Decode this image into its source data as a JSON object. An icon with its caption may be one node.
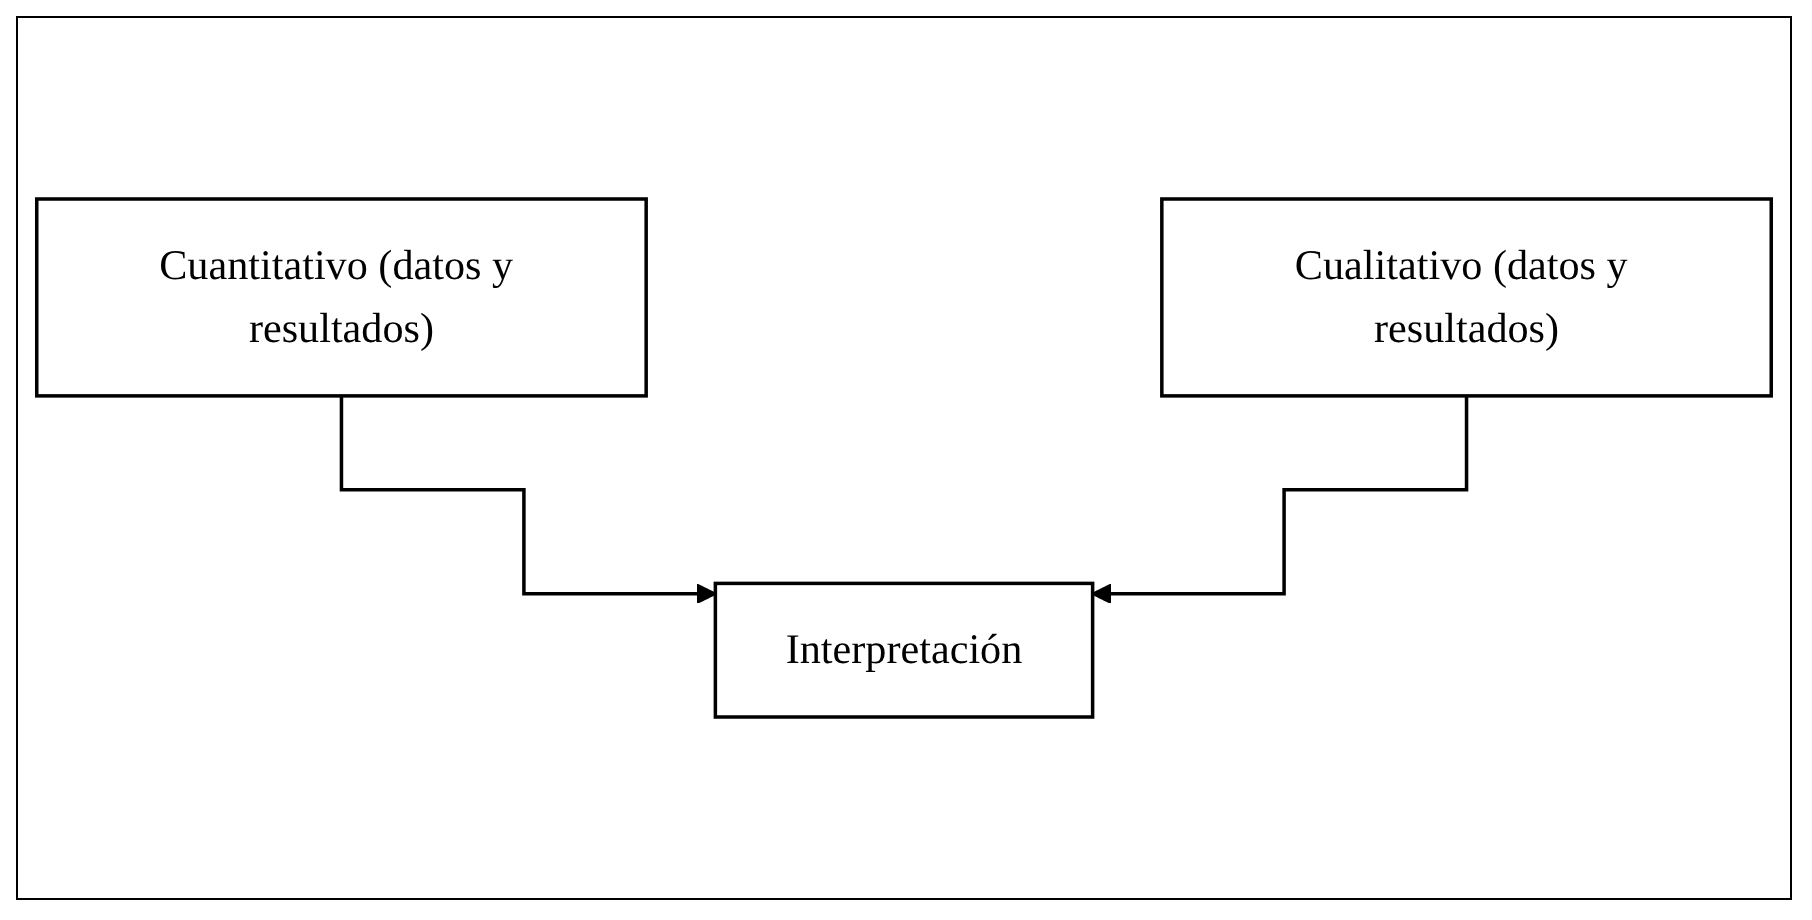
{
  "diagram": {
    "nodes": [
      {
        "text": [
          "Cuantitativo (datos y resultados)"
        ]
      },
      {
        "text": [
          "Cualitativo (datos y resultados)"
        ]
      },
      {
        "text": [
          "Interpretación"
        ]
      }
    ],
    "edges": [
      {
        "from": 0,
        "to": 2,
        "arrow": "to"
      },
      {
        "from": 1,
        "to": 2,
        "arrow": "to"
      }
    ]
  }
}
